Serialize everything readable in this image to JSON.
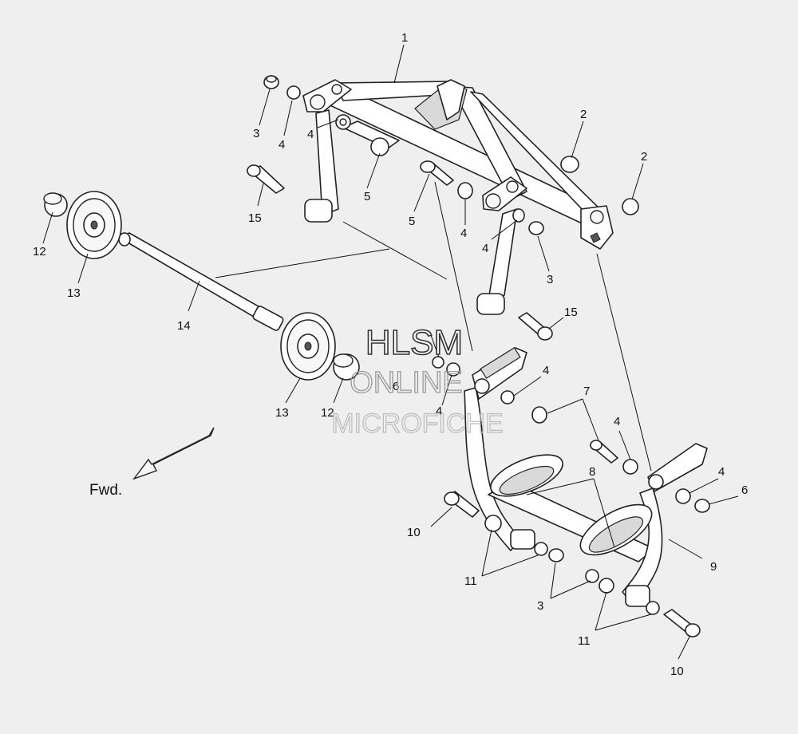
{
  "callouts": {
    "c1": "1",
    "c2": "2",
    "c3": "3",
    "c4": "4",
    "c5": "5",
    "c6": "6",
    "c7": "7",
    "c8": "8",
    "c9": "9",
    "c10": "10",
    "c11": "11",
    "c12": "12",
    "c13": "13",
    "c14": "14",
    "c15": "15"
  },
  "direction_label": "Fwd.",
  "watermark": {
    "line1": "HLSM",
    "line2": "ONLINE",
    "line3": "MICROFICHE"
  }
}
